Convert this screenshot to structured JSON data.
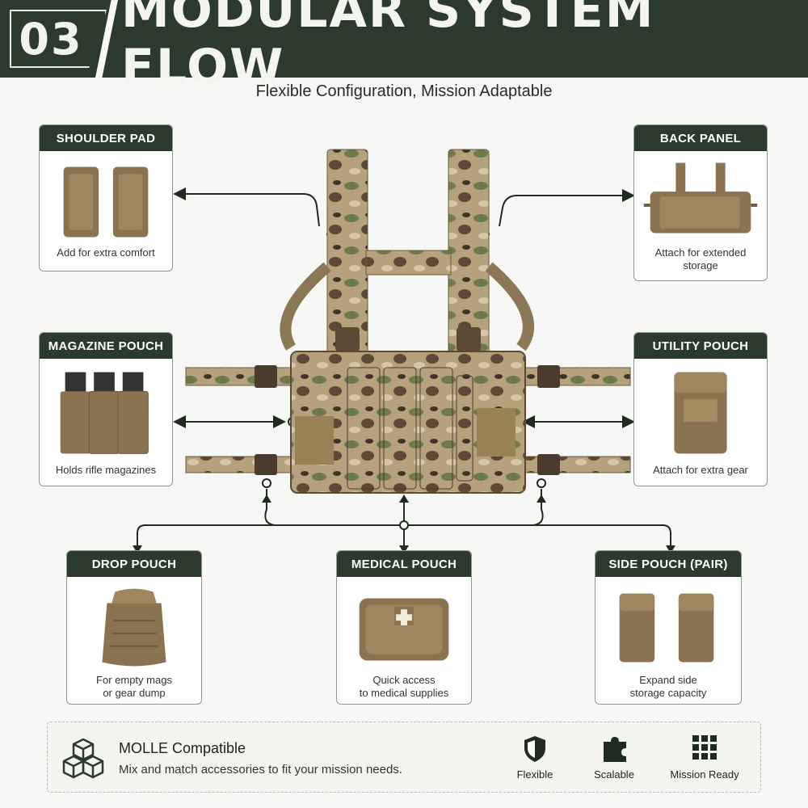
{
  "header": {
    "number": "03",
    "title": "MODULAR SYSTEM FLOW",
    "subtitle": "Flexible Configuration, Mission Adaptable"
  },
  "cards": {
    "shoulder_pad": {
      "title": "SHOULDER PAD",
      "caption": "Add for extra comfort"
    },
    "back_panel": {
      "title": "BACK PANEL",
      "caption_line1": "Attach for extended",
      "caption_line2": "storage"
    },
    "magazine_pouch": {
      "title": "MAGAZINE POUCH",
      "caption": "Holds rifle magazines"
    },
    "utility_pouch": {
      "title": "UTILITY POUCH",
      "caption": "Attach for extra gear"
    },
    "drop_pouch": {
      "title": "DROP POUCH",
      "caption_line1": "For empty mags",
      "caption_line2": "or gear dump"
    },
    "medical_pouch": {
      "title": "MEDICAL POUCH",
      "caption_line1": "Quick access",
      "caption_line2": "to medical supplies"
    },
    "side_pouch": {
      "title": "SIDE POUCH (PAIR)",
      "caption_line1": "Expand side",
      "caption_line2": "storage capacity"
    }
  },
  "footer": {
    "molle_title": "MOLLE Compatible",
    "molle_text": "Mix and match accessories to fit your mission needs.",
    "features": [
      {
        "label": "Flexible",
        "icon": "shield-icon"
      },
      {
        "label": "Scalable",
        "icon": "puzzle-icon"
      },
      {
        "label": "Mission Ready",
        "icon": "grid-icon"
      }
    ]
  },
  "colors": {
    "header_bg": "#2c3a2e",
    "coyote": "#8a7350",
    "camo_light": "#b8a47e",
    "camo_dark": "#5a4a33"
  }
}
